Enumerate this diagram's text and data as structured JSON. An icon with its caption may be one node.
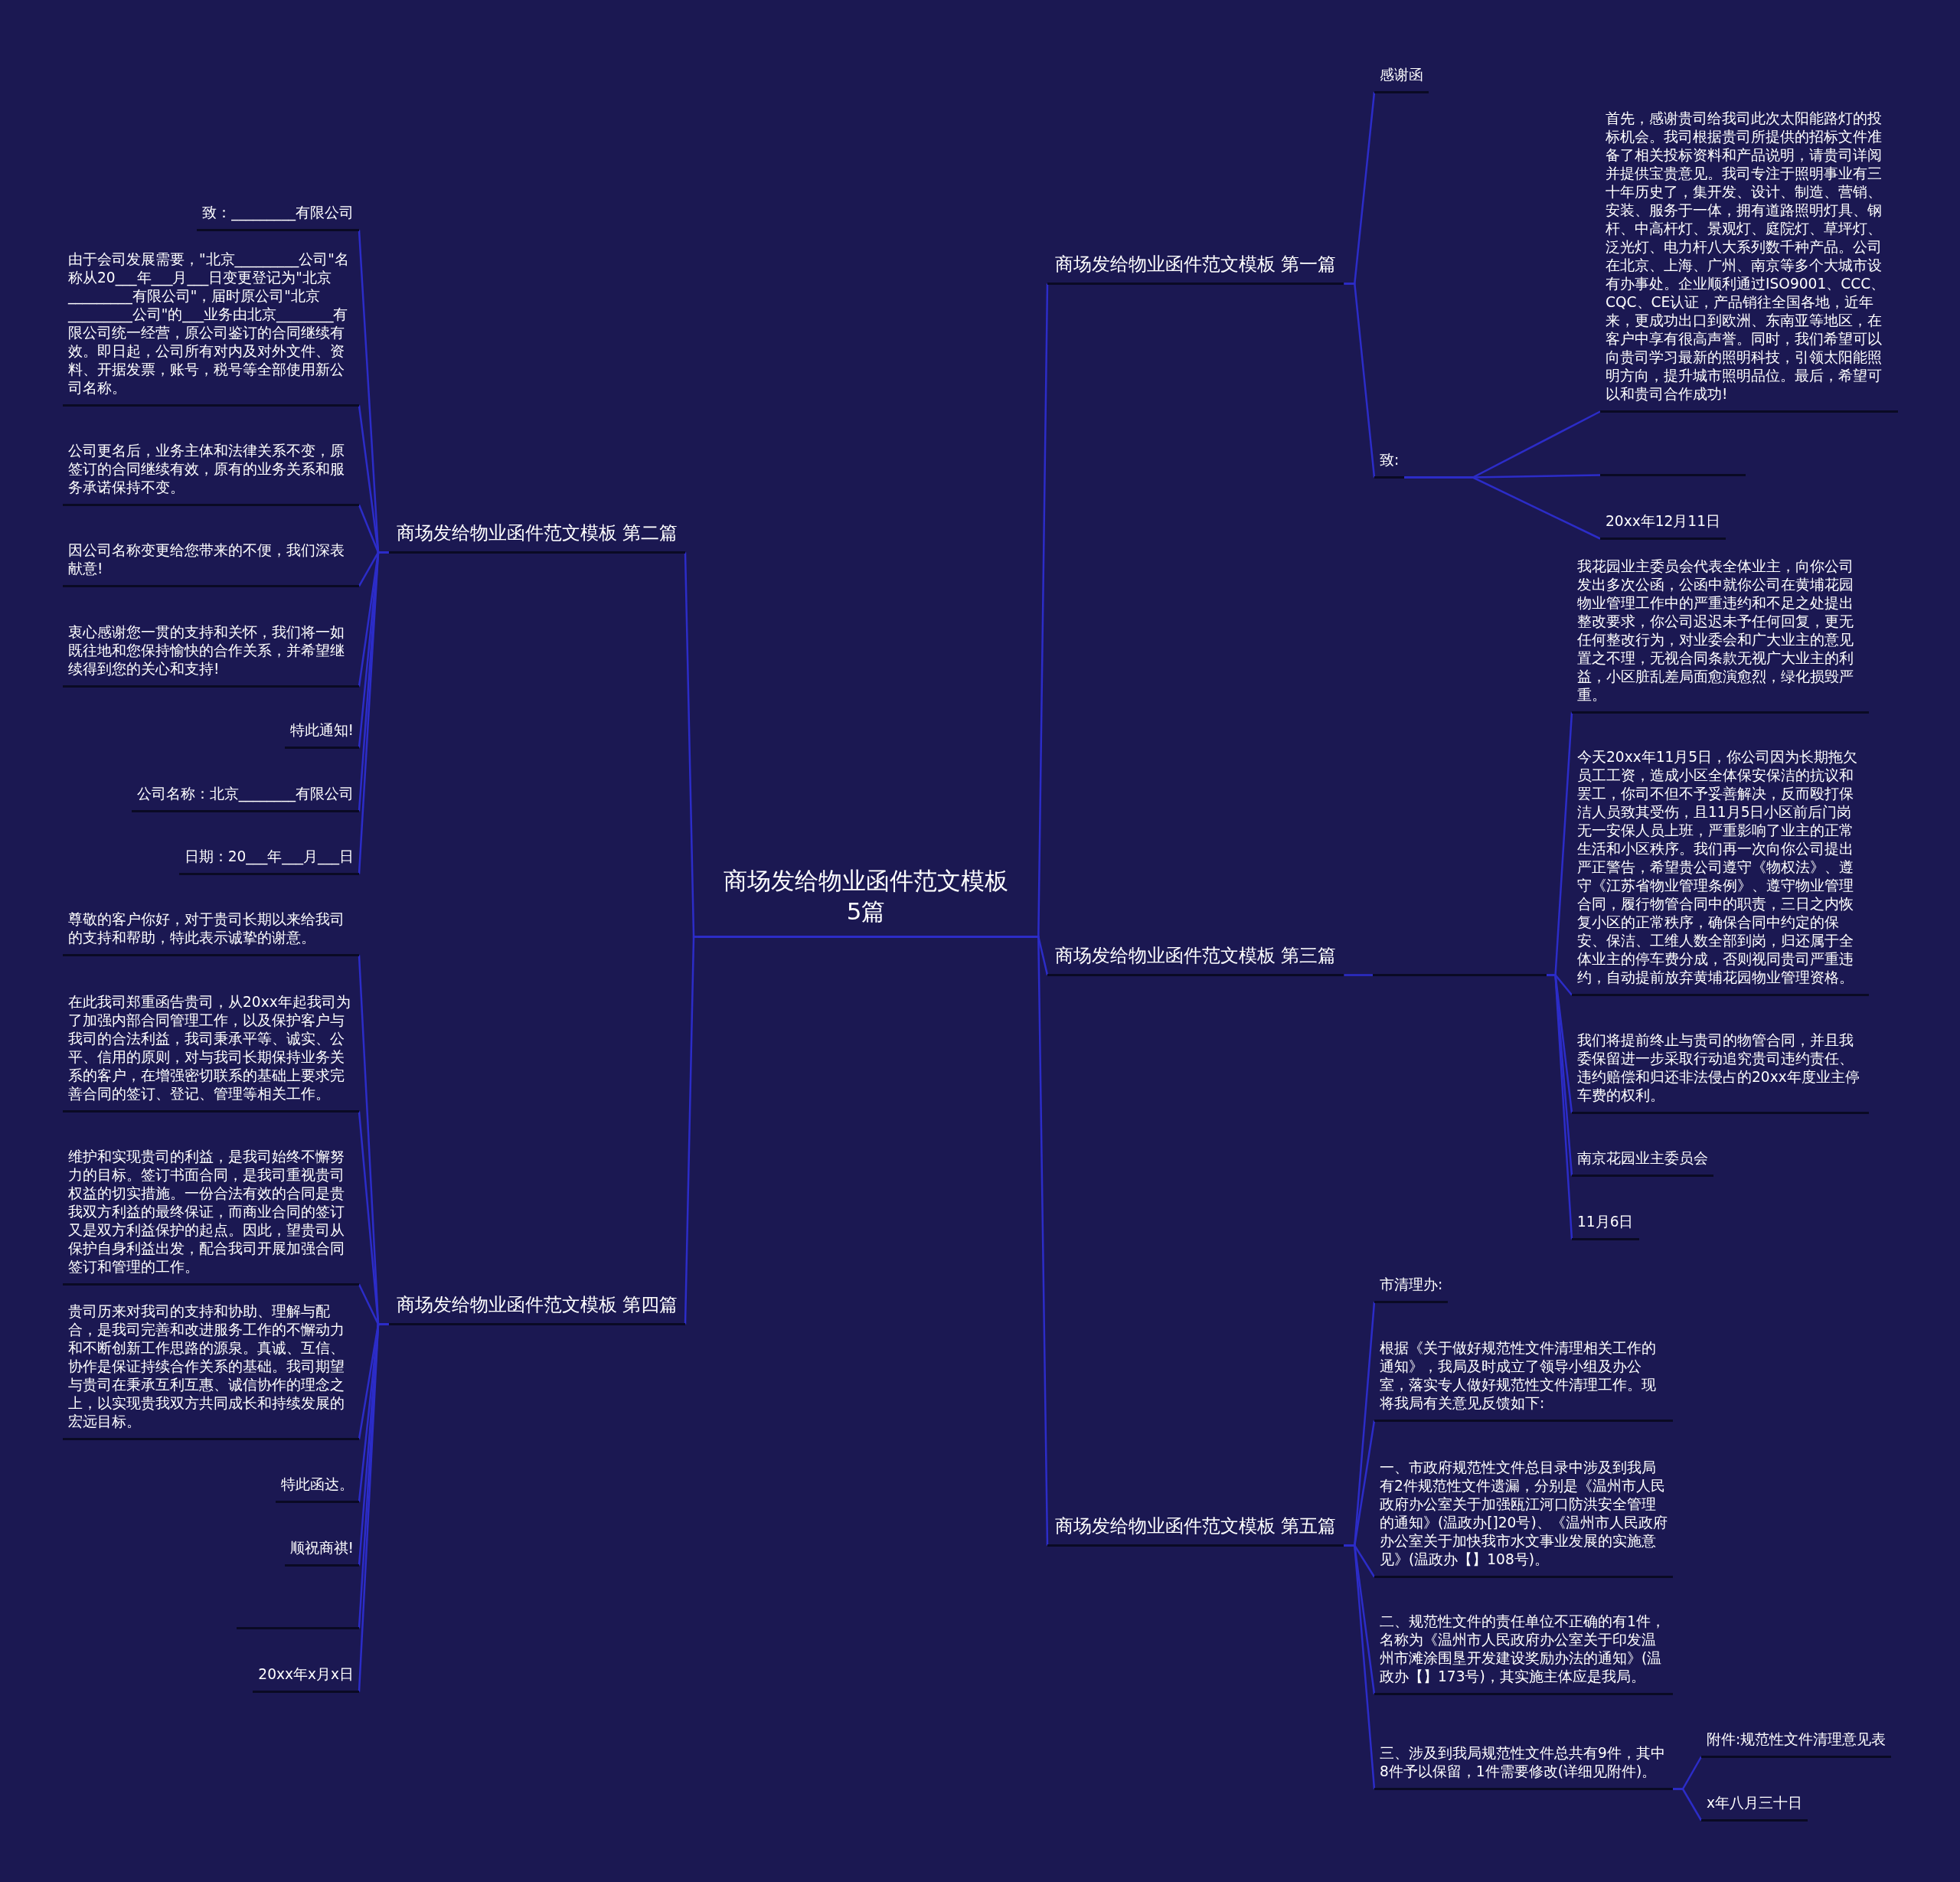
{
  "diagram": {
    "nodes": [
      {
        "text": [
          "商场发给物业函件范文模板5篇"
        ]
      },
      {
        "text": [
          "商场发给物业函件范文模板 第一篇"
        ]
      },
      {
        "text": [
          "感谢函"
        ]
      },
      {
        "text": [
          "致:"
        ]
      },
      {
        "text": [
          "首先，感谢贵司给我司此次太阳能路灯的投标机会。我司根据贵司所提供的招标文件准备了相关投标资料和产品说明，请贵司详阅并提供宝贵意见。我司专注于照明事业有三十年历史了，集开发、设计、制造、营销、安装、服务于一体，拥有道路照明灯具、钢杆、中高杆灯、景观灯、庭院灯、草坪灯、泛光灯、电力杆八大系列数千种产品。公司在北京、上海、广州、南京等多个大城市设有办事处。企业顺利通过ISO9001、CCC、CQC、CE认证，产品销往全国各地，近年来，更成功出口到欧洲、东南亚等地区，在客户中享有很高声誉。同时，我们希望可以向贵司学习最新的照明科技，引领太阳能照明方向，提升城市照明品位。最后，希望可以和贵司合作成功!"
        ]
      },
      {
        "text": [],
        "shape": "bar"
      },
      {
        "text": [
          "20xx年12月11日"
        ]
      },
      {
        "text": [
          "商场发给物业函件范文模板 第二篇"
        ]
      },
      {
        "text": [
          "致：_________有限公司"
        ]
      },
      {
        "text": [
          "由于会司发展需要，\"北京_________公司\"名称从20___年___月___日变更登记为\"北京_________有限公司\"，届时原公司\"北京_________公司\"的___业务由北京________有限公司统一经营，原公司鉴订的合同继续有效。即日起，公司所有对内及对外文件、资料、开据发票，账号，税号等全部使用新公司名称。"
        ]
      },
      {
        "text": [
          "公司更名后，业务主体和法律关系不变，原签订的合同继续有效，原有的业务关系和服务承诺保持不变。"
        ]
      },
      {
        "text": [
          "因公司名称变更给您带来的不便，我们深表献意!"
        ]
      },
      {
        "text": [
          "衷心感谢您一贯的支持和关怀，我们将一如既往地和您保持愉快的合作关系，并希望继续得到您的关心和支持!"
        ]
      },
      {
        "text": [
          "特此通知!"
        ]
      },
      {
        "text": [
          "公司名称：北京________有限公司"
        ]
      },
      {
        "text": [
          "日期：20___年___月___日"
        ]
      },
      {
        "text": [
          "商场发给物业函件范文模板 第三篇"
        ]
      },
      {
        "text": [],
        "shape": "bar"
      },
      {
        "text": [
          "我花园业主委员会代表全体业主，向你公司发出多次公函，公函中就你公司在黄埔花园物业管理工作中的严重违约和不足之处提出整改要求，你公司迟迟未予任何回复，更无任何整改行为，对业委会和广大业主的意见置之不理，无视合同条款无视广大业主的利益，小区脏乱差局面愈演愈烈，绿化损毁严重。"
        ]
      },
      {
        "text": [
          "今天20xx年11月5日，你公司因为长期拖欠员工工资，造成小区全体保安保洁的抗议和罢工，你司不但不予妥善解决，反而殴打保洁人员致其受伤，且11月5日小区前后门岗无一安保人员上班，严重影响了业主的正常生活和小区秩序。我们再一次向你公司提出严正警告，希望贵公司遵守《物权法》、遵守《江苏省物业管理条例》、遵守物业管理合同，履行物管合同中的职责，三日之内恢复小区的正常秩序，确保合同中约定的保安、保洁、工维人数全部到岗，归还属于全体业主的停车费分成，否则视同贵司严重违约，自动提前放弃黄埔花园物业管理资格。"
        ]
      },
      {
        "text": [
          "我们将提前终止与贵司的物管合同，并且我委保留进一步采取行动追究贵司违约责任、违约赔偿和归还非法侵占的20xx年度业主停车费的权利。"
        ]
      },
      {
        "text": [
          "南京花园业主委员会"
        ]
      },
      {
        "text": [
          "11月6日"
        ]
      },
      {
        "text": [
          "商场发给物业函件范文模板 第四篇"
        ]
      },
      {
        "text": [
          "尊敬的客户你好，对于贵司长期以来给我司的支持和帮助，特此表示诚挚的谢意。"
        ]
      },
      {
        "text": [
          "在此我司郑重函告贵司，从20xx年起我司为了加强内部合同管理工作，以及保护客户与我司的合法利益，我司秉承平等、诚实、公平、信用的原则，对与我司长期保持业务关系的客户，在增强密切联系的基础上要求完善合同的签订、登记、管理等相关工作。"
        ]
      },
      {
        "text": [
          "维护和实现贵司的利益，是我司始终不懈努力的目标。签订书面合同，是我司重视贵司权益的切实措施。一份合法有效的合同是贵我双方利益的最终保证，而商业合同的签订又是双方利益保护的起点。因此，望贵司从保护自身利益出发，配合我司开展加强合同签订和管理的工作。"
        ]
      },
      {
        "text": [
          "贵司历来对我司的支持和协助、理解与配合，是我司完善和改进服务工作的不懈动力和不断创新工作思路的源泉。真诚、互信、协作是保证持续合作关系的基础。我司期望与贵司在秉承互利互惠、诚信协作的理念之上，以实现贵我双方共同成长和持续发展的宏远目标。"
        ]
      },
      {
        "text": [
          "特此函达。"
        ]
      },
      {
        "text": [
          "顺祝商祺!"
        ]
      },
      {
        "text": [],
        "shape": "bar"
      },
      {
        "text": [
          "20xx年x月x日"
        ]
      },
      {
        "text": [
          "商场发给物业函件范文模板 第五篇"
        ]
      },
      {
        "text": [
          "市清理办:"
        ]
      },
      {
        "text": [
          "根据《关于做好规范性文件清理相关工作的通知》，我局及时成立了领导小组及办公室，落实专人做好规范性文件清理工作。现将我局有关意见反馈如下:"
        ]
      },
      {
        "text": [
          "一、市政府规范性文件总目录中涉及到我局有2件规范性文件遗漏，分别是《温州市人民政府办公室关于加强瓯江河口防洪安全管理的通知》(温政办[]20号)、《温州市人民政府办公室关于加快我市水文事业发展的实施意见》(温政办【】108号)。"
        ]
      },
      {
        "text": [
          "二、规范性文件的责任单位不正确的有1件，名称为《温州市人民政府办公室关于印发温州市滩涂围垦开发建设奖励办法的通知》(温政办【】173号)，其实施主体应是我局。"
        ]
      },
      {
        "text": [
          "三、涉及到我局规范性文件总共有9件，其中8件予以保留，1件需要修改(详细见附件)。"
        ]
      },
      {
        "text": [
          "附件:规范性文件清理意见表"
        ]
      },
      {
        "text": [
          "x年八月三十日"
        ]
      }
    ],
    "edges": [
      {
        "from": 0,
        "to": 1,
        "arrow": "none"
      },
      {
        "from": 1,
        "to": 2,
        "arrow": "none"
      },
      {
        "from": 1,
        "to": 3,
        "arrow": "none"
      },
      {
        "from": 3,
        "to": 4,
        "arrow": "none"
      },
      {
        "from": 3,
        "to": 5,
        "arrow": "none"
      },
      {
        "from": 3,
        "to": 6,
        "arrow": "none"
      },
      {
        "from": 0,
        "to": 7,
        "arrow": "none"
      },
      {
        "from": 7,
        "to": 8,
        "arrow": "none"
      },
      {
        "from": 7,
        "to": 9,
        "arrow": "none"
      },
      {
        "from": 7,
        "to": 10,
        "arrow": "none"
      },
      {
        "from": 7,
        "to": 11,
        "arrow": "none"
      },
      {
        "from": 7,
        "to": 12,
        "arrow": "none"
      },
      {
        "from": 7,
        "to": 13,
        "arrow": "none"
      },
      {
        "from": 7,
        "to": 14,
        "arrow": "none"
      },
      {
        "from": 7,
        "to": 15,
        "arrow": "none"
      },
      {
        "from": 0,
        "to": 16,
        "arrow": "none"
      },
      {
        "from": 16,
        "to": 17,
        "arrow": "none"
      },
      {
        "from": 17,
        "to": 18,
        "arrow": "none"
      },
      {
        "from": 17,
        "to": 19,
        "arrow": "none"
      },
      {
        "from": 17,
        "to": 20,
        "arrow": "none"
      },
      {
        "from": 17,
        "to": 21,
        "arrow": "none"
      },
      {
        "from": 17,
        "to": 22,
        "arrow": "none"
      },
      {
        "from": 0,
        "to": 23,
        "arrow": "none"
      },
      {
        "from": 23,
        "to": 24,
        "arrow": "none"
      },
      {
        "from": 23,
        "to": 25,
        "arrow": "none"
      },
      {
        "from": 23,
        "to": 26,
        "arrow": "none"
      },
      {
        "from": 23,
        "to": 27,
        "arrow": "none"
      },
      {
        "from": 23,
        "to": 28,
        "arrow": "none"
      },
      {
        "from": 23,
        "to": 29,
        "arrow": "none"
      },
      {
        "from": 23,
        "to": 30,
        "arrow": "none"
      },
      {
        "from": 23,
        "to": 31,
        "arrow": "none"
      },
      {
        "from": 0,
        "to": 32,
        "arrow": "none"
      },
      {
        "from": 32,
        "to": 33,
        "arrow": "none"
      },
      {
        "from": 32,
        "to": 34,
        "arrow": "none"
      },
      {
        "from": 32,
        "to": 35,
        "arrow": "none"
      },
      {
        "from": 32,
        "to": 36,
        "arrow": "none"
      },
      {
        "from": 32,
        "to": 37,
        "arrow": "none"
      },
      {
        "from": 37,
        "to": 38,
        "arrow": "none"
      },
      {
        "from": 37,
        "to": 39,
        "arrow": "none"
      }
    ]
  }
}
